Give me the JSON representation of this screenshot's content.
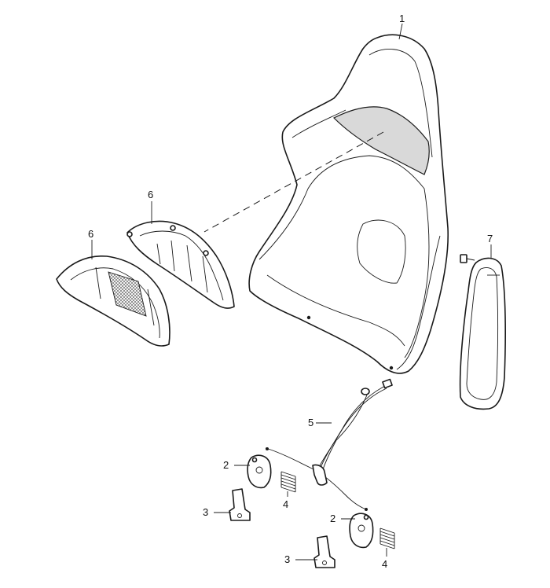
{
  "callouts": {
    "c1": "1",
    "c2a": "2",
    "c2b": "2",
    "c3a": "3",
    "c3b": "3",
    "c4a": "4",
    "c4b": "4",
    "c5": "5",
    "c6a": "6",
    "c6b": "6",
    "c7": "7"
  },
  "colors": {
    "line": "#1a1a1a",
    "background": "#ffffff",
    "mesh": "#d9d9d9"
  }
}
